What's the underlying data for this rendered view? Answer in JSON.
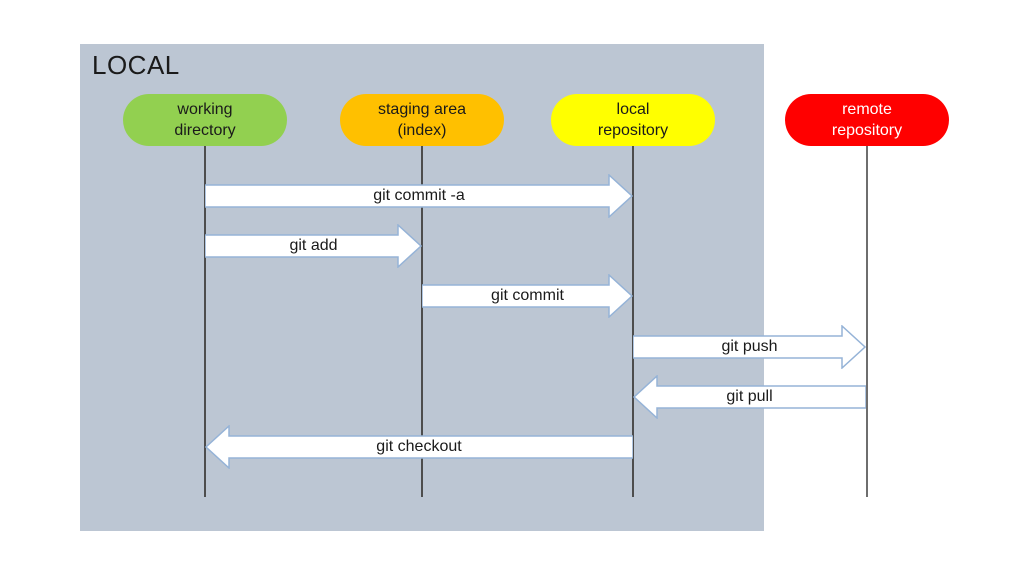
{
  "group": {
    "label": "LOCAL"
  },
  "nodes": [
    {
      "id": "working-directory",
      "line1": "working",
      "line2": "directory",
      "color": "#92d050",
      "text_color": "#1a1a1a"
    },
    {
      "id": "staging-area",
      "line1": "staging area",
      "line2": "(index)",
      "color": "#ffc000",
      "text_color": "#1a1a1a"
    },
    {
      "id": "local-repository",
      "line1": "local",
      "line2": "repository",
      "color": "#ffff00",
      "text_color": "#1a1a1a"
    },
    {
      "id": "remote-repository",
      "line1": "remote",
      "line2": "repository",
      "color": "#ff0000",
      "text_color": "#ffffff"
    }
  ],
  "arrows": [
    {
      "label": "git commit -a",
      "from": "working directory",
      "to": "local repository",
      "direction": "right"
    },
    {
      "label": "git add",
      "from": "working directory",
      "to": "staging area",
      "direction": "right"
    },
    {
      "label": "git commit",
      "from": "staging area",
      "to": "local repository",
      "direction": "right"
    },
    {
      "label": "git push",
      "from": "local repository",
      "to": "remote repository",
      "direction": "right"
    },
    {
      "label": "git pull",
      "from": "remote repository",
      "to": "local repository",
      "direction": "left"
    },
    {
      "label": "git checkout",
      "from": "local repository",
      "to": "working directory",
      "direction": "left"
    }
  ],
  "colors": {
    "group_box": "#bcc6d3",
    "arrow_fill": "#ffffff",
    "arrow_border": "#95b3d7",
    "lifeline": "#4d4d4d",
    "background": "#ffffff"
  }
}
